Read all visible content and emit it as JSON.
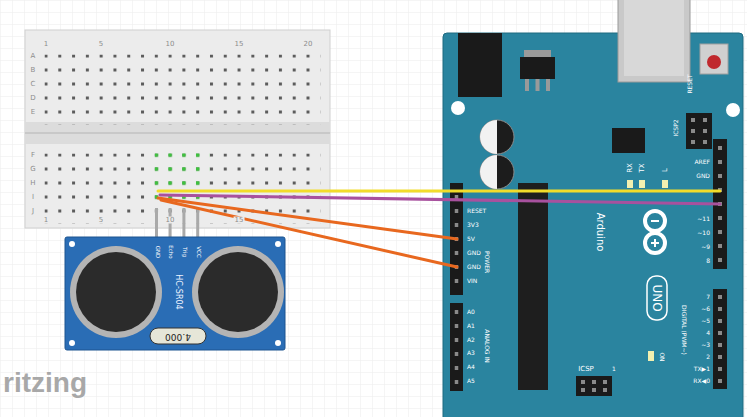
{
  "diagram": {
    "nodes": [
      {
        "text": [
          "1",
          "5",
          "10",
          "15",
          "20",
          "A",
          "B",
          "C",
          "D",
          "E",
          "F",
          "G",
          "H",
          "I",
          "J",
          "1",
          "5",
          "10",
          "15"
        ]
      },
      {
        "text": [
          "GND",
          "Echo",
          "Trig",
          "VCC",
          "HC-SR04",
          "4.000"
        ]
      },
      {
        "text": [
          "RESET",
          "ICSP2",
          "RX",
          "TX",
          "L",
          "AREF",
          "GND",
          "~11",
          "~10",
          "~9",
          "8",
          "Arduino",
          "UNO",
          "DIGITAL (PWM~)",
          "7",
          "~6",
          "~5",
          "4",
          "~3",
          "2",
          "TX▶1",
          "RX◀0",
          "RESET",
          "3V3",
          "5V",
          "GND",
          "GND",
          "VIN",
          "POWER",
          "A0",
          "A1",
          "A2",
          "A3",
          "A4",
          "A5",
          "ANALOG IN",
          "ON",
          "ICSP",
          "1"
        ]
      }
    ],
    "edges": [
      {
        "from": 0,
        "to": 2,
        "arrow": "none"
      },
      {
        "from": 0,
        "to": 2,
        "arrow": "none"
      },
      {
        "from": 0,
        "to": 2,
        "arrow": "none"
      },
      {
        "from": 0,
        "to": 2,
        "arrow": "none"
      }
    ],
    "labels": [
      "ritzing"
    ]
  }
}
